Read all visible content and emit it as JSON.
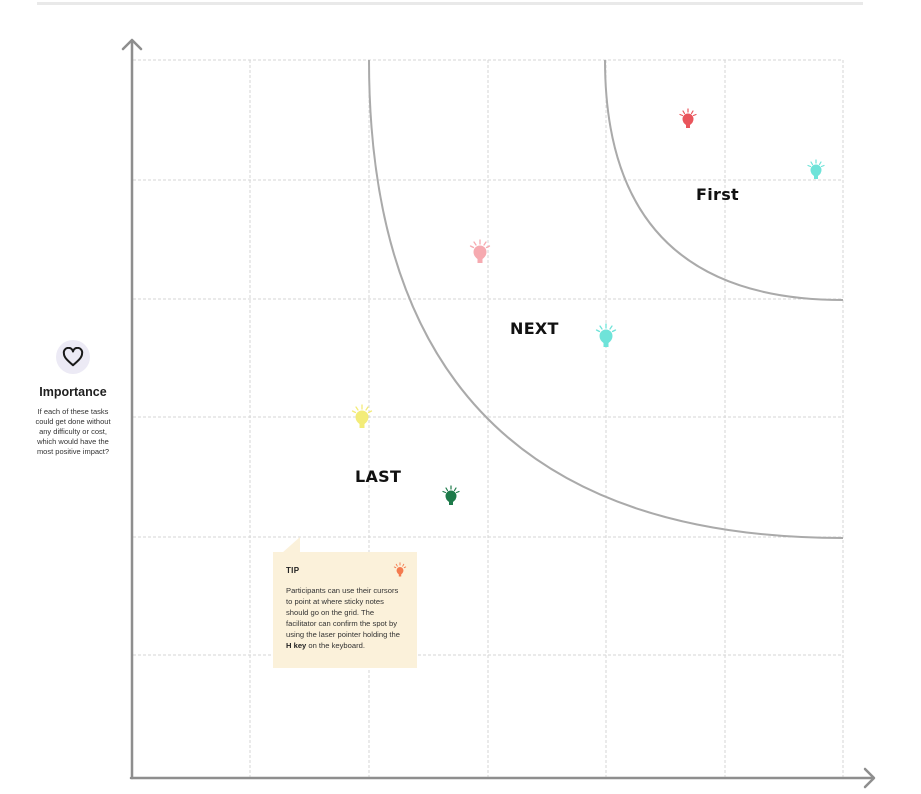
{
  "y_axis": {
    "icon": "heart-icon",
    "title": "Importance",
    "description": "If each of these tasks could get done without any difficulty or cost, which would have the most positive impact?"
  },
  "zones": {
    "first": "First",
    "next": "NEXT",
    "last": "LAST"
  },
  "tip": {
    "title": "TIP",
    "body_before": "Participants can use their cursors to point at where sticky notes should go on the grid. The facilitator can confirm the spot by using the laser pointer holding the ",
    "body_bold": "H key",
    "body_after": " on the keyboard.",
    "icon": "lightbulb-icon",
    "icon_color": "#f47b4f"
  },
  "ideas": [
    {
      "name": "idea-lightbulb-red",
      "color": "#e9555c"
    },
    {
      "name": "idea-lightbulb-teal-top",
      "color": "#6fe3d9"
    },
    {
      "name": "idea-lightbulb-pink",
      "color": "#f6aab0"
    },
    {
      "name": "idea-lightbulb-teal-mid",
      "color": "#6fe3d9"
    },
    {
      "name": "idea-lightbulb-yellow",
      "color": "#f3ec79"
    },
    {
      "name": "idea-lightbulb-green",
      "color": "#1d7a4a"
    }
  ],
  "colors": {
    "axis": "#8e8e8e",
    "grid": "#d6d6d6",
    "curve": "#aaaaaa"
  }
}
